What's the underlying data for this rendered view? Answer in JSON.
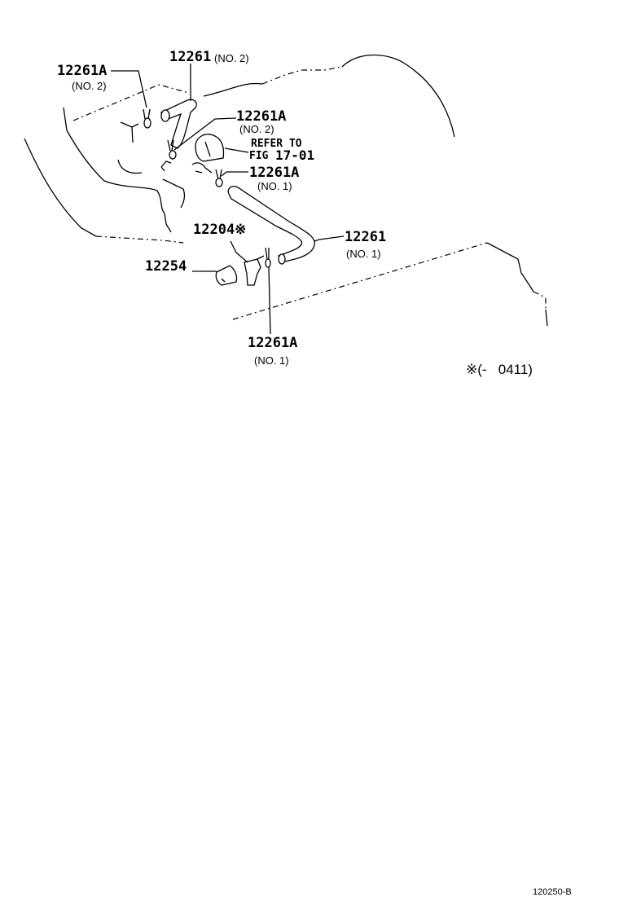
{
  "labels": {
    "a_top_left": {
      "num": "12261A",
      "sub": "(NO. 2)"
    },
    "hose_no2": {
      "num": "12261",
      "sub": "(NO. 2)"
    },
    "a_mid_no2": {
      "num": "12261A",
      "sub": "(NO. 2)"
    },
    "refer": {
      "line1": "REFER TO",
      "line2a": "FIG",
      "line2b": "17-01"
    },
    "a_mid_no1": {
      "num": "12261A",
      "sub": "(NO. 1)"
    },
    "valve": {
      "num": "12204※"
    },
    "hose_no1": {
      "num": "12261",
      "sub": "(NO. 1)"
    },
    "grommet": {
      "num": "12254"
    },
    "a_bottom_no1": {
      "num": "12261A",
      "sub": "(NO. 1)"
    }
  },
  "note": "※(-   0411)",
  "figure_code": "120250-B"
}
